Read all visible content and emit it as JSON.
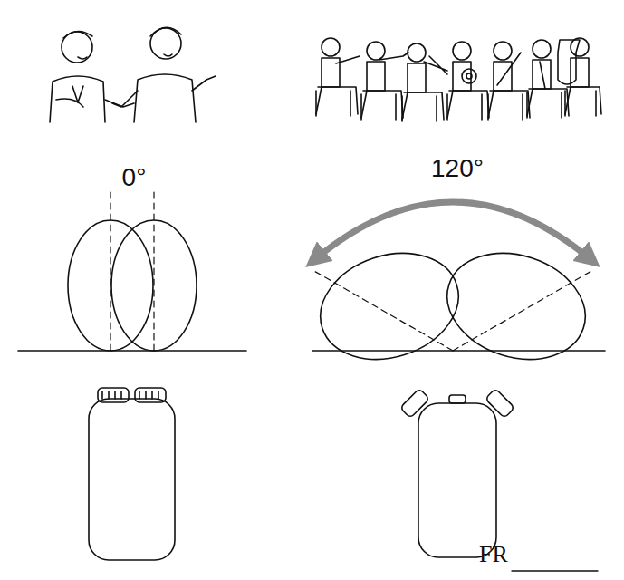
{
  "diagram": {
    "labels": [
      "0°",
      "120°",
      "FR"
    ]
  }
}
